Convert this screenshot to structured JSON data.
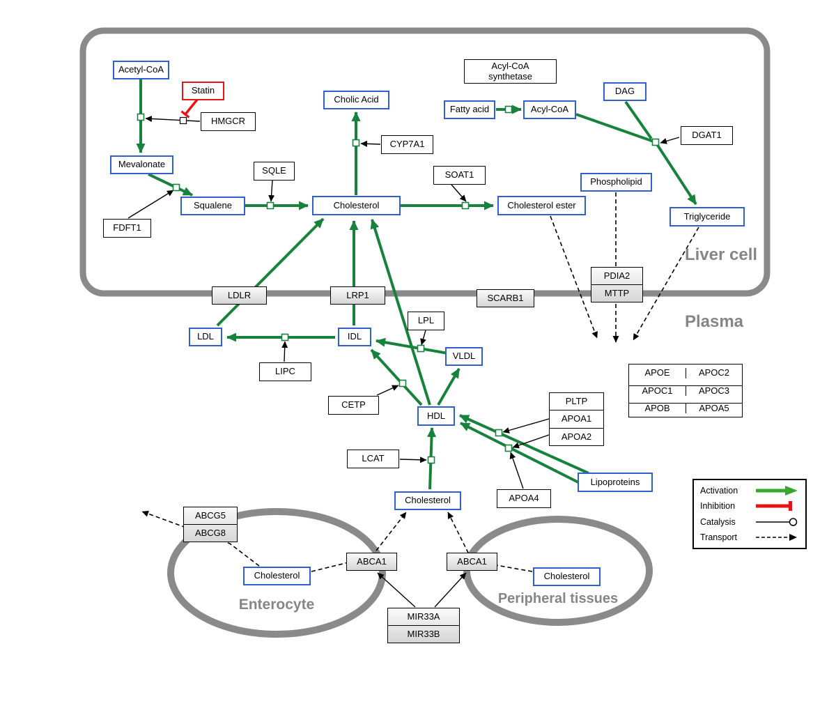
{
  "compartments": {
    "liver_label": "Liver cell",
    "plasma_label": "Plasma",
    "enterocyte_label": "Enterocyte",
    "peripheral_label": "Peripheral tissues"
  },
  "nodes": {
    "acetyl_coa": "Acetyl-CoA",
    "statin": "Statin",
    "hmgcr": "HMGCR",
    "mevalonate": "Mevalonate",
    "fdft1": "FDFT1",
    "squalene": "Squalene",
    "sqle": "SQLE",
    "cholic_acid": "Cholic Acid",
    "cyp7a1": "CYP7A1",
    "cholesterol_liver": "Cholesterol",
    "soat1": "SOAT1",
    "cholesterol_ester": "Cholesterol ester",
    "acyl_coa_synthetase_l1": "Acyl-CoA",
    "acyl_coa_synthetase_l2": "synthetase",
    "fatty_acid": "Fatty acid",
    "acyl_coa": "Acyl-CoA",
    "dag": "DAG",
    "dgat1": "DGAT1",
    "phospholipid": "Phospholipid",
    "triglyceride": "Triglyceride",
    "ldlr": "LDLR",
    "lrp1": "LRP1",
    "scarb1": "SCARB1",
    "pdia2": "PDIA2",
    "mttp": "MTTP",
    "ldl": "LDL",
    "idl": "IDL",
    "lipc": "LIPC",
    "lpl": "LPL",
    "vldl": "VLDL",
    "cetp": "CETP",
    "hdl": "HDL",
    "lcat": "LCAT",
    "pltp": "PLTP",
    "apoa1": "APOA1",
    "apoa2": "APOA2",
    "apoa4": "APOA4",
    "lipoproteins": "Lipoproteins",
    "apoe": "APOE",
    "apoc2": "APOC2",
    "apoc1": "APOC1",
    "apoc3": "APOC3",
    "apob": "APOB",
    "apoa5": "APOA5",
    "cholesterol_plasma": "Cholesterol",
    "abcg5": "ABCG5",
    "abcg8": "ABCG8",
    "cholesterol_enterocyte": "Cholesterol",
    "abca1_left": "ABCA1",
    "abca1_right": "ABCA1",
    "cholesterol_peripheral": "Cholesterol",
    "mir33a": "MIR33A",
    "mir33b": "MIR33B"
  },
  "legend": {
    "activation": "Activation",
    "inhibition": "Inhibition",
    "catalysis": "Catalysis",
    "transport": "Transport"
  },
  "colors": {
    "activation_green": "#17823b",
    "legend_green": "#35a82d",
    "inhibition_red": "#e81313",
    "metabolite_blue": "#3060cf",
    "compartment_gray": "#8a8a8a"
  }
}
